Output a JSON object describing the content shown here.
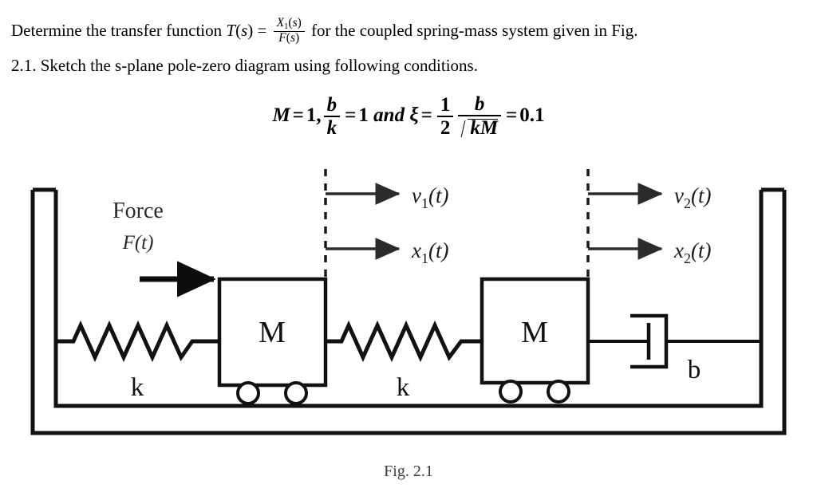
{
  "problem": {
    "line1": {
      "part_a": "Determine the transfer function ",
      "T": "T",
      "paren_open": "(",
      "s1": "s",
      "paren_close": ")",
      "equals": " = ",
      "num_X": "X",
      "num_sub": "1",
      "num_paren_open": "(",
      "num_s": "s",
      "num_paren_close": ")",
      "den_F": "F",
      "den_paren_open": "(",
      "den_s": "s",
      "den_paren_close": ")",
      "part_b": " for the coupled spring-mass system given in Fig."
    },
    "line2": "2.1. Sketch the s-plane pole-zero diagram using following conditions."
  },
  "conditions": {
    "M": "M",
    "eq1": "=",
    "one": "1,",
    "b": "b",
    "k": "k",
    "eq2": "=",
    "one2": "1",
    "and": "and",
    "xi": "ξ",
    "eq3": "=",
    "half_num": "1",
    "half_den": "2",
    "frac2_num": "b",
    "frac2_den_k": "k",
    "frac2_den_M": "M",
    "eq4": "=",
    "result": "0.1"
  },
  "figure": {
    "caption": "Fig. 2.1",
    "force_label": "Force",
    "force_symbol": "F(t)",
    "force_symbol_parts": {
      "F": "F",
      "paren_open": "(",
      "t": "t",
      "paren_close": ")"
    },
    "mass1_label": "M",
    "mass2_label": "M",
    "spring1_label": "k",
    "spring2_label": "k",
    "damper_label": "b",
    "arrows": [
      {
        "name": "v1",
        "symbol": "v",
        "sub": "1",
        "arg": "(t)"
      },
      {
        "name": "x1",
        "symbol": "x",
        "sub": "1",
        "arg": "(t)"
      },
      {
        "name": "v2",
        "symbol": "v",
        "sub": "2",
        "arg": "(t)"
      },
      {
        "name": "x2",
        "symbol": "x",
        "sub": "2",
        "arg": "(t)"
      }
    ]
  },
  "colors": {
    "ink": "#000000",
    "paper": "#ffffff",
    "caption": "#3a3a3a",
    "arrow": "#2b2b2b"
  }
}
